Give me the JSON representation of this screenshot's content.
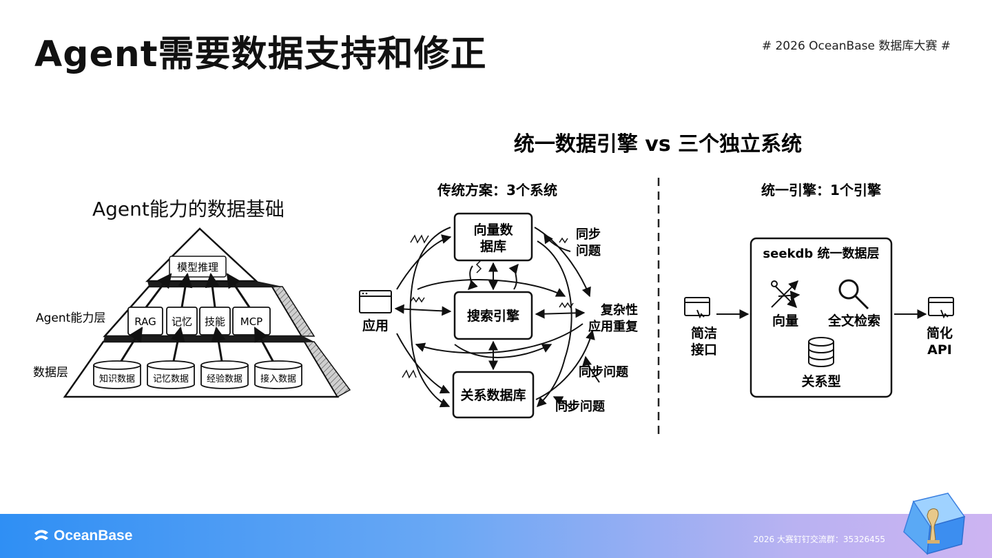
{
  "header": {
    "title": "Agent需要数据支持和修正",
    "event_tag": "# 2026 OceanBase 数据库大赛 #"
  },
  "pyramid": {
    "title": "Agent能力的数据基础",
    "top_label": "模型推理",
    "layer_agent_label": "Agent能力层",
    "layer_data_label": "数据层",
    "capabilities": [
      "RAG",
      "记忆",
      "技能",
      "MCP"
    ],
    "data_items": [
      "知识数据",
      "记忆数据",
      "经验数据",
      "接入数据"
    ]
  },
  "comparison": {
    "title": "统一数据引擎 vs 三个独立系统",
    "left": {
      "heading": "传统方案：3个系统",
      "app_label": "应用",
      "systems": {
        "vector": [
          "向量数",
          "据库"
        ],
        "search": "搜索引擎",
        "relational": "关系数据库"
      },
      "annotations": {
        "sync_top": [
          "同步",
          "问题"
        ],
        "complexity": [
          "复杂性",
          "应用重复"
        ],
        "sync_mid": "同步问题",
        "sync_bottom": "同步问题"
      }
    },
    "right": {
      "heading": "统一引擎：1个引擎",
      "box_title": "seekdb 统一数据层",
      "features": [
        "向量",
        "全文检索",
        "关系型"
      ],
      "left_label": [
        "简洁",
        "接口"
      ],
      "right_label": [
        "简化",
        "API"
      ]
    }
  },
  "footer": {
    "brand": "OceanBase",
    "group_info": "2026 大赛钉钉交流群：35326455"
  },
  "colors": {
    "ink": "#111111",
    "footer_start": "#2f8ff4",
    "footer_end": "#cdb4f2",
    "pyramid_dark": "#1c1c1c"
  }
}
